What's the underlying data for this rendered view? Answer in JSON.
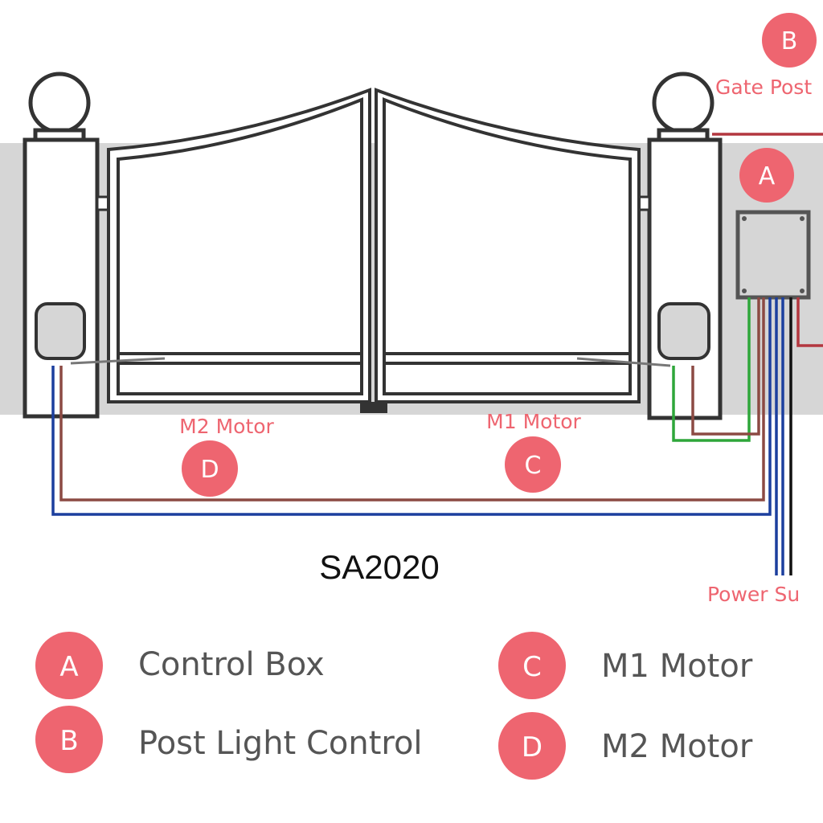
{
  "colors": {
    "accent": "#ee6570",
    "wall": "#d6d6d6",
    "outline": "#333333",
    "wire_red": "#b3373f",
    "wire_brown": "#8c4a43",
    "wire_green": "#2ea63a",
    "wire_blue": "#1c3f9e",
    "wire_black": "#111111"
  },
  "markers": {
    "a": {
      "letter": "A"
    },
    "b": {
      "letter": "B",
      "label": "Gate Post"
    },
    "c": {
      "letter": "C",
      "label": "M1 Motor"
    },
    "d": {
      "letter": "D",
      "label": "M2 Motor"
    },
    "power": {
      "label": "Power Su"
    }
  },
  "model": "SA2020",
  "legend": [
    {
      "letter": "A",
      "text": "Control Box"
    },
    {
      "letter": "B",
      "text": "Post Light Control"
    },
    {
      "letter": "C",
      "text": "M1 Motor"
    },
    {
      "letter": "D",
      "text": "M2 Motor"
    }
  ]
}
